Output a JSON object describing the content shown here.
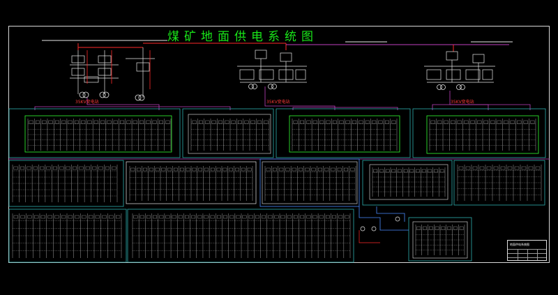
{
  "drawing": {
    "title": "煤矿地面供电系统图",
    "substation_labels": [
      "35KV变电站",
      "35KV变电站",
      "35KV变电站"
    ],
    "title_block_name": "地面供电系统图"
  },
  "colors": {
    "background": "#000000",
    "frame": "#d8d8d8",
    "title": "#19e619",
    "panel_border": "#2fb0b0",
    "bus_magenta": "#c040c0",
    "feeder_red": "#ff2a2a",
    "equipment_white": "#e8e8e8",
    "equipment_green": "#33ff33",
    "equipment_blue": "#4a8cff"
  },
  "icons": {
    "transformer": "transformer-icon",
    "breaker": "breaker-icon"
  }
}
